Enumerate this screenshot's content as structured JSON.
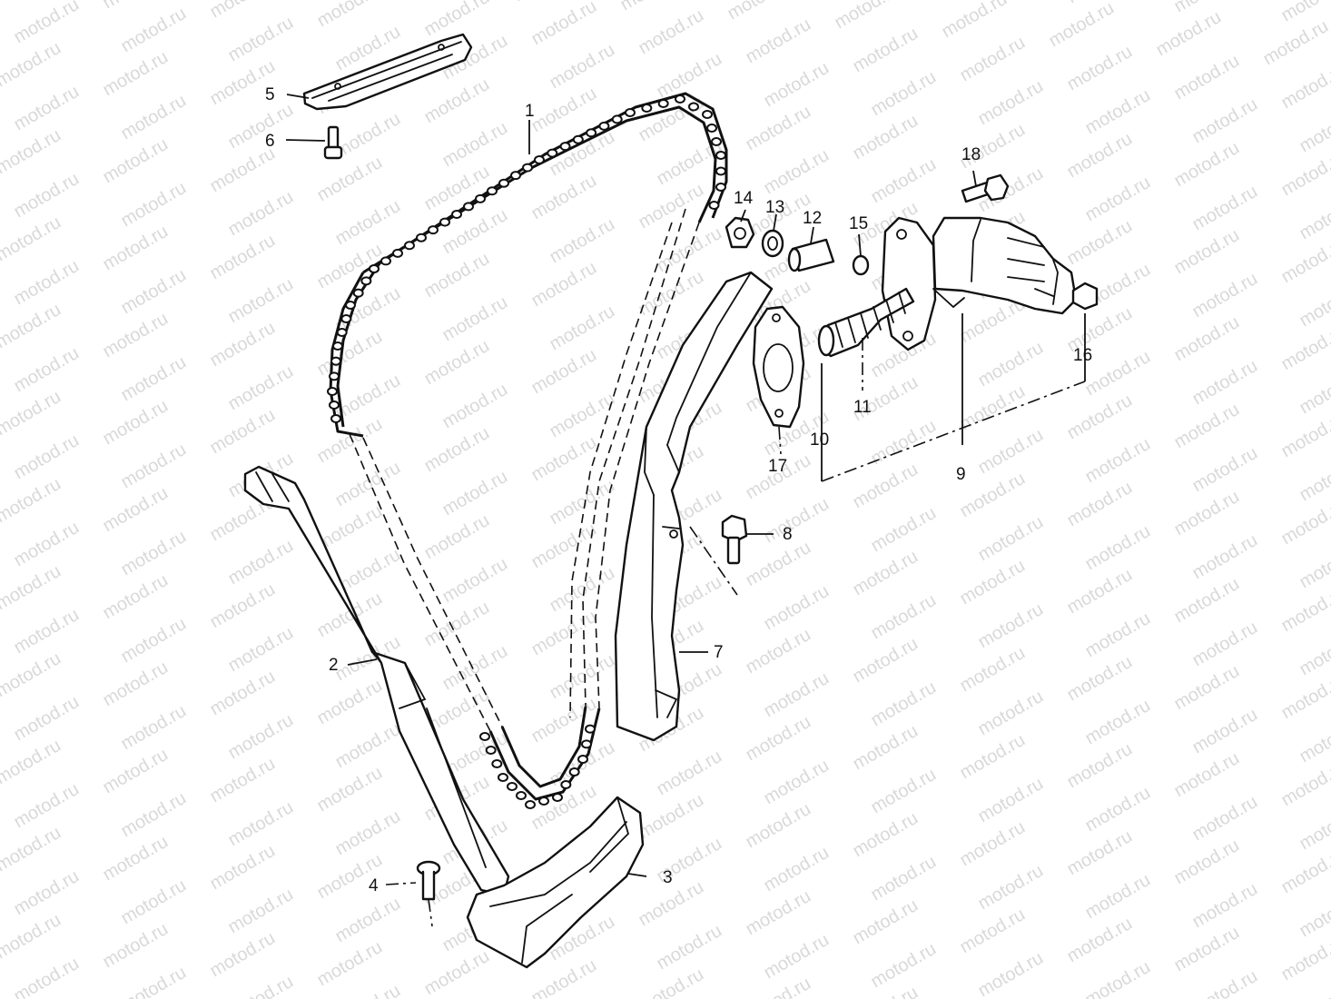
{
  "watermark": {
    "text": "motod.ru",
    "color": "#c9c9c9"
  },
  "callouts": {
    "c1": "1",
    "c2": "2",
    "c3": "3",
    "c4": "4",
    "c5": "5",
    "c6": "6",
    "c7": "7",
    "c8": "8",
    "c9": "9",
    "c10": "10",
    "c11": "11",
    "c12": "12",
    "c13": "13",
    "c14": "14",
    "c15": "15",
    "c16": "16",
    "c17": "17",
    "c18": "18"
  },
  "colors": {
    "ink": "#111111",
    "paper": "#ffffff"
  },
  "icons": [
    "timing-chain-icon",
    "chain-guide-icon",
    "tensioner-icon",
    "bolt-icon",
    "nut-icon",
    "washer-icon",
    "gasket-icon"
  ]
}
